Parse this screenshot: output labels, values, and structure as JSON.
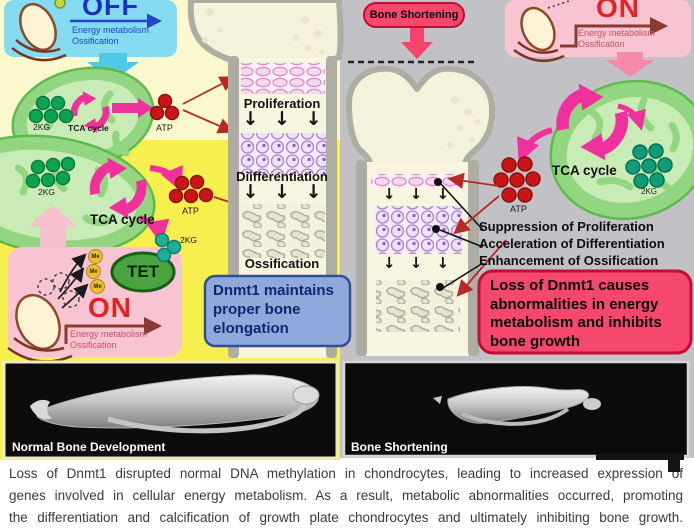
{
  "figure": {
    "left": {
      "dnmt1_switch": {
        "state": "OFF",
        "pathway_line1": "Energy metabolism",
        "pathway_line2": "Ossification"
      },
      "mitochondrion_top": {
        "substrate": "2KG",
        "cycle": "TCA cycle",
        "product": "ATP"
      },
      "mitochondrion_bottom": {
        "substrate": "2KG",
        "cycle": "TCA cycle",
        "product": "ATP"
      },
      "tet_pathway": {
        "enzyme": "TET",
        "methyl": "Me",
        "substrate": "2KG",
        "state": "ON",
        "pathway_line1": "Energy metabolism",
        "pathway_line2": "Ossification"
      },
      "growth_plate": {
        "zone1": "Proliferation",
        "zone2": "Diifferentiation",
        "zone3": "Ossification",
        "down_arrows": "↓ ↓ ↓"
      },
      "conclusion": "Dnmt1 maintains proper bone elongation"
    },
    "right": {
      "callout": "Bone Shortening",
      "dnmt1_switch": {
        "state": "ON",
        "pathway_line1": "Energy metabolism",
        "pathway_line2": "Ossification"
      },
      "mitochondrion": {
        "substrate": "2KG",
        "cycle": "TCA cycle",
        "product": "ATP"
      },
      "growth_plate": {
        "down_arrows": "↓ ↓ ↓"
      },
      "effects": [
        "Suppression of Proliferation",
        "Acceleration of Differentiation",
        "Enhancement of Ossification"
      ],
      "conclusion": "Loss of Dnmt1 causes abnormalities in energy metabolism and inhibits bone growth"
    },
    "scans": [
      {
        "label": "Normal Bone Development"
      },
      {
        "label": "Bone Shortening"
      }
    ]
  },
  "caption": {
    "line1": "Loss of Dnmt1 disrupted normal DNA methylation in chondrocytes, leading to increased expression of",
    "line2": "genes involved in cellular energy metabolism. As a result, metabolic abnormalities occurred, promoting",
    "line3": "the differentiation and calcification of growth plate chondrocytes and ultimately inhibiting bone growth."
  },
  "colors": {
    "off_blue": "#1B2FC4",
    "on_red": "#E32222",
    "panel_yellow": "#F7EF4D",
    "panel_gray": "#C2C2C6",
    "crimson_box": "#F6486C",
    "tca_pink": "#F0309C",
    "mito_green": "#93D681",
    "blue_box": "#8FA9DC"
  }
}
